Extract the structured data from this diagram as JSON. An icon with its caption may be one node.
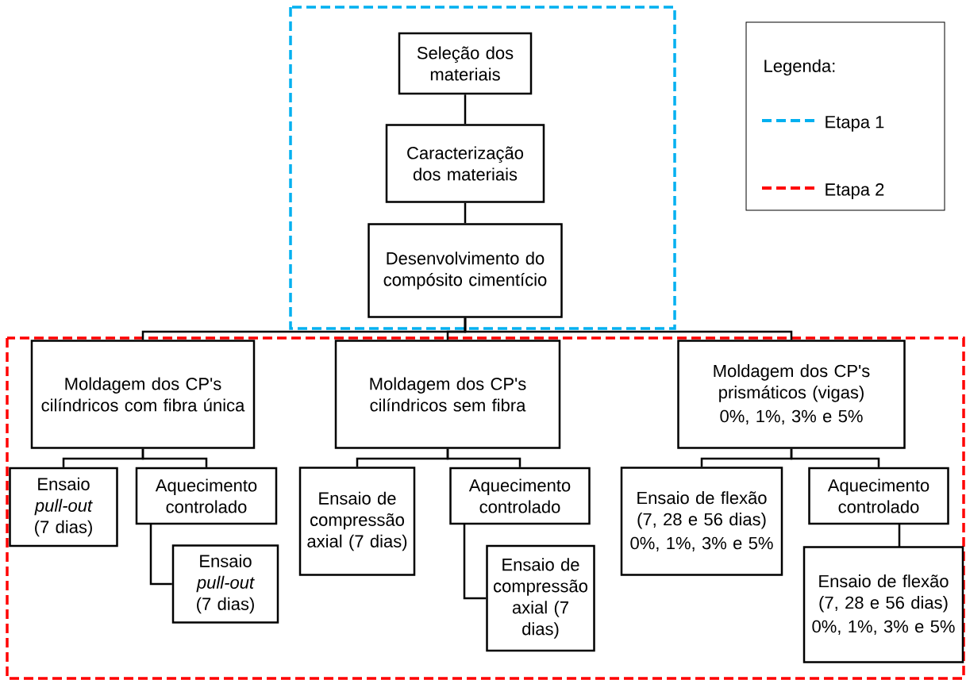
{
  "diagram": {
    "nodes": [
      {
        "text": [
          "Seleção dos materiais"
        ]
      },
      {
        "text": [
          "Caracterização dos materiais"
        ]
      },
      {
        "text": [
          "Desenvolvimento do compósito cimentício"
        ]
      },
      {
        "text": [
          "Moldagem dos CP's cilíndricos com fibra única"
        ]
      },
      {
        "text": [
          "Moldagem dos CP's cilíndricos sem fibra"
        ]
      },
      {
        "text": [
          "Moldagem dos CP's prismáticos (vigas)",
          "0%, 1%, 3% e 5%"
        ]
      },
      {
        "text": [
          "Ensaio *pull-out* (7 dias)"
        ]
      },
      {
        "text": [
          "Aquecimento controlado"
        ]
      },
      {
        "text": [
          "Ensaio *pull-out* (7 dias)"
        ]
      },
      {
        "text": [
          "Ensaio de compressão axial (7 dias)"
        ]
      },
      {
        "text": [
          "Aquecimento controlado"
        ]
      },
      {
        "text": [
          "Ensaio de compressão axial (7 dias)"
        ]
      },
      {
        "text": [
          "Ensaio de flexão (7, 28 e 56 dias)",
          "0%, 1%, 3% e 5%"
        ]
      },
      {
        "text": [
          "Aquecimento controlado"
        ]
      },
      {
        "text": [
          "Ensaio de flexão (7, 28 e 56 dias)",
          "0%, 1%, 3% e 5%"
        ]
      }
    ],
    "edges": [
      {
        "from": 0,
        "to": 1,
        "arrow": "none"
      },
      {
        "from": 1,
        "to": 2,
        "arrow": "none"
      },
      {
        "from": 2,
        "to": 3,
        "arrow": "none"
      },
      {
        "from": 2,
        "to": 4,
        "arrow": "none"
      },
      {
        "from": 2,
        "to": 5,
        "arrow": "none"
      },
      {
        "from": 3,
        "to": 6,
        "arrow": "none"
      },
      {
        "from": 3,
        "to": 7,
        "arrow": "none"
      },
      {
        "from": 7,
        "to": 8,
        "arrow": "none"
      },
      {
        "from": 4,
        "to": 9,
        "arrow": "none"
      },
      {
        "from": 4,
        "to": 10,
        "arrow": "none"
      },
      {
        "from": 10,
        "to": 11,
        "arrow": "none"
      },
      {
        "from": 5,
        "to": 12,
        "arrow": "none"
      },
      {
        "from": 5,
        "to": 13,
        "arrow": "none"
      },
      {
        "from": 13,
        "to": 14,
        "arrow": "none"
      }
    ],
    "labels": [
      "Legenda:"
    ],
    "legend": [
      {
        "text": "Etapa 1"
      },
      {
        "text": "Etapa 2"
      }
    ]
  }
}
